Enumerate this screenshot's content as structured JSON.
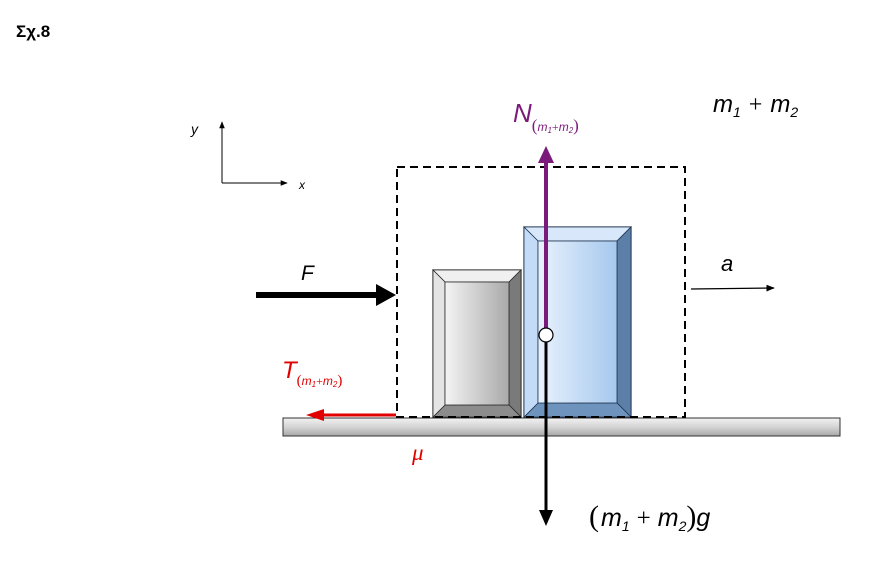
{
  "figure": {
    "label": "Σχ.8"
  },
  "axes": {
    "x_label": "x",
    "y_label": "y"
  },
  "system": {
    "mass_m": "m",
    "sub_1": "1",
    "sub_2": "2",
    "plus": "+"
  },
  "forces": {
    "applied": {
      "symbol": "F",
      "color": "#000000"
    },
    "normal": {
      "symbol": "N",
      "sub_open": "(",
      "sub_m": "m",
      "sub_1": "1",
      "sub_plus": "+",
      "sub_2": "2",
      "sub_close": ")",
      "color": "#7a1a7a"
    },
    "friction": {
      "symbol": "T",
      "sub_open": "(",
      "sub_m": "m",
      "sub_1": "1",
      "sub_plus": "+",
      "sub_2": "2",
      "sub_close": ")",
      "color": "#ff0000"
    },
    "weight": {
      "open": "(",
      "m": "m",
      "sub_1": "1",
      "plus": "+",
      "sub_2": "2",
      "close": ")",
      "g": "g",
      "color": "#000000"
    }
  },
  "motion": {
    "acceleration": "a"
  },
  "surface": {
    "friction_coefficient": "μ",
    "friction_color": "#ff0000"
  },
  "colors": {
    "block_grey": "#d9d9d9",
    "block_blue": "#bcd8f5",
    "block_blue_edge": "#5b7fa6",
    "floor": "#d0d0d0"
  }
}
